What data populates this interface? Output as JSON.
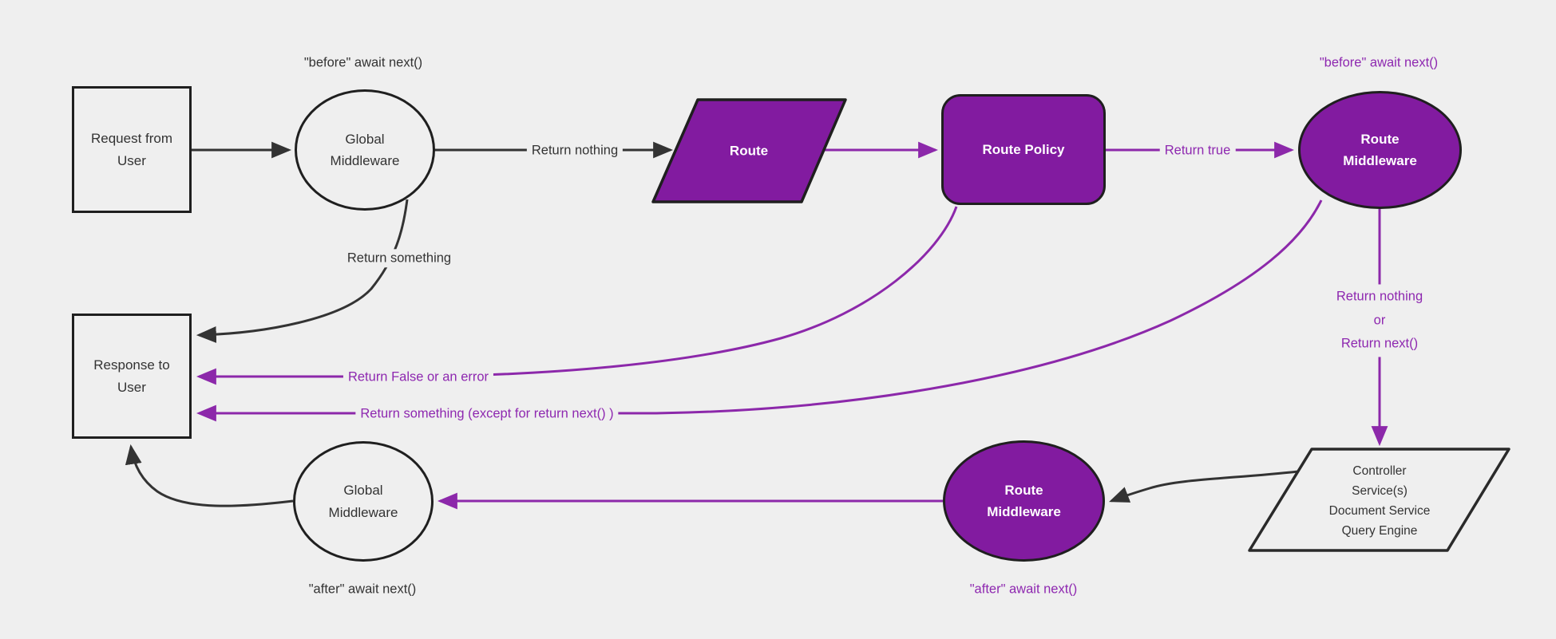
{
  "diagram": {
    "background": "#efefef",
    "colors": {
      "purple_fill": "#821ba0",
      "purple_line": "#8c28aa",
      "purple_text": "#8e28b0",
      "dark_line": "#333333",
      "dark_text": "#333333",
      "node_border": "#1f1f1f",
      "white_text": "#ffffff"
    },
    "nodes": {
      "request": {
        "label": "Request from\nUser"
      },
      "global_middleware_top": {
        "label": "Global\nMiddleware"
      },
      "route": {
        "label": "Route"
      },
      "route_policy": {
        "label": "Route Policy"
      },
      "route_middleware_top": {
        "label": "Route\nMiddleware"
      },
      "controller": {
        "label": "Controller\nService(s)\nDocument Service\nQuery Engine"
      },
      "route_middleware_bottom": {
        "label": "Route\nMiddleware"
      },
      "global_middleware_bottom": {
        "label": "Global\nMiddleware"
      },
      "response": {
        "label": "Response to\nUser"
      }
    },
    "edge_labels": {
      "before_await_top_left": "\"before\" await next()",
      "before_await_top_right": "\"before\" await next()",
      "return_nothing": "Return nothing",
      "return_true": "Return true",
      "return_nothing_or_next": "Return nothing\nor\nReturn next()",
      "return_something": "Return something",
      "return_false_or_error": "Return False or an error",
      "return_something_except": "Return something (except for return next() )",
      "after_await_bottom_middle": "\"after\" await next()",
      "after_await_bottom_left": "\"after\" await next()"
    }
  }
}
